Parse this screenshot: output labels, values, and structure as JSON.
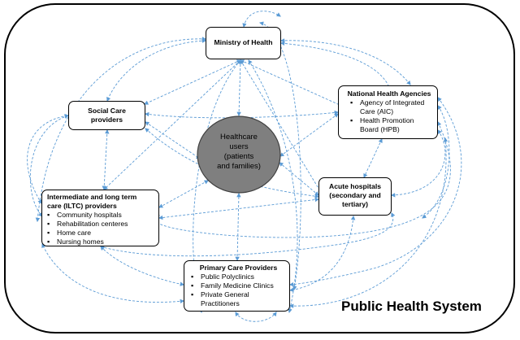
{
  "title": "Public Health System",
  "center": {
    "lines": [
      "Healthcare",
      "users",
      "(patients",
      "and families)"
    ]
  },
  "nodes": {
    "ministry": {
      "title": "Ministry of Health"
    },
    "social": {
      "title_lines": [
        "Social Care",
        "providers"
      ]
    },
    "national": {
      "title": "National Health Agencies",
      "items": [
        "Agency of Integrated Care (AIC)",
        "Health Promotion Board (HPB)"
      ]
    },
    "acute": {
      "title_lines": [
        "Acute hospitals",
        "(secondary and",
        "tertiary)"
      ]
    },
    "iltc": {
      "title_lines": [
        "Intermediate and long term",
        "care (ILTC) providers"
      ],
      "items": [
        "Community hospitals",
        "Rehabilitation centeres",
        "Home care",
        "Nursing homes"
      ]
    },
    "primary": {
      "title": "Primary Care Providers",
      "items": [
        "Public Polyclinics",
        "Family Medicine Clinics",
        "Private General Practitioners"
      ]
    }
  },
  "colors": {
    "connector": "#5b9bd5",
    "hub": "#7f7f7f",
    "frame": "#000000"
  }
}
